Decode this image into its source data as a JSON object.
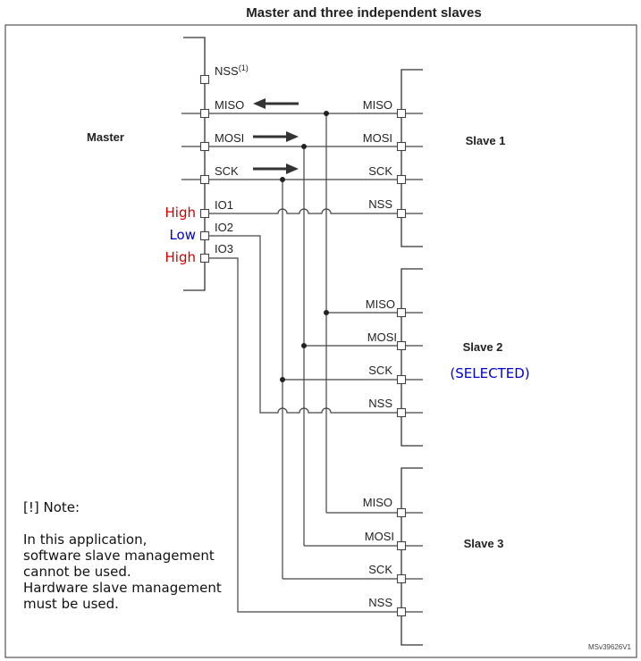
{
  "title": "Master and three independent slaves",
  "master": {
    "label": "Master",
    "pins": {
      "nss": "NSS",
      "nss_footnote": "(1)",
      "miso": "MISO",
      "mosi": "MOSI",
      "sck": "SCK",
      "io1": "IO1",
      "io2": "IO2",
      "io3": "IO3"
    },
    "levels": {
      "io1": "High",
      "io2": "Low",
      "io3": "High"
    }
  },
  "slaves": [
    {
      "label": "Slave 1",
      "pins": [
        "MISO",
        "MOSI",
        "SCK",
        "NSS"
      ]
    },
    {
      "label": "Slave 2",
      "status": "(SELECTED)",
      "pins": [
        "MISO",
        "MOSI",
        "SCK",
        "NSS"
      ]
    },
    {
      "label": "Slave 3",
      "pins": [
        "MISO",
        "MOSI",
        "SCK",
        "NSS"
      ]
    }
  ],
  "note": {
    "heading": "[!] Note:",
    "lines": [
      "In this application,",
      "software slave management",
      "cannot be used.",
      "Hardware slave management",
      "must be used."
    ]
  },
  "colors": {
    "high": "#d00000",
    "low": "#0000cc",
    "selected": "#0000cc"
  },
  "doc_code": "MSv39626V1"
}
